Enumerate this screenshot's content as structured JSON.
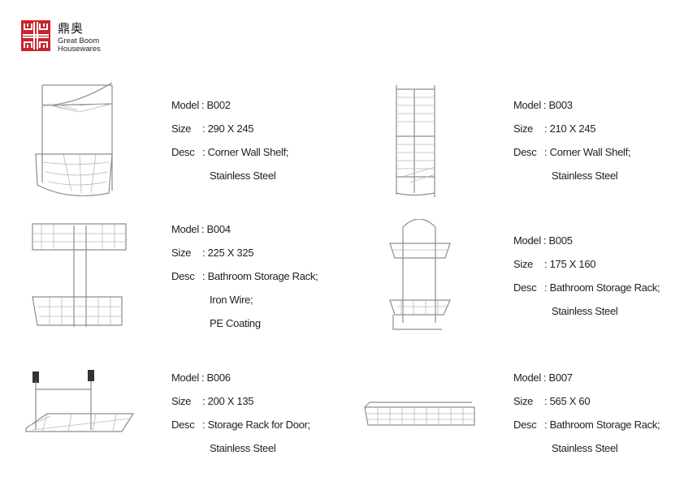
{
  "brand": {
    "name_cn": "鼎奥",
    "name_en_line1": "Great Boom",
    "name_en_line2": "Housewares",
    "logo_color": "#c8252c"
  },
  "labels": {
    "model": "Model",
    "size": "Size",
    "desc": "Desc"
  },
  "products": [
    {
      "model": "B002",
      "size": "290 X 245",
      "desc": [
        "Corner Wall Shelf;",
        "Stainless Steel"
      ]
    },
    {
      "model": "B003",
      "size": "210 X 245",
      "desc": [
        "Corner Wall Shelf;",
        "Stainless Steel"
      ]
    },
    {
      "model": "B004",
      "size": "225 X 325",
      "desc": [
        "Bathroom Storage Rack;",
        "Iron Wire;",
        "PE Coating"
      ]
    },
    {
      "model": "B005",
      "size": "175 X 160",
      "desc": [
        "Bathroom Storage Rack;",
        "Stainless Steel"
      ]
    },
    {
      "model": "B006",
      "size": "200 X 135",
      "desc": [
        "Storage Rack for Door;",
        "Stainless Steel"
      ]
    },
    {
      "model": "B007",
      "size": "565 X 60",
      "desc": [
        "Bathroom Storage Rack;",
        "Stainless Steel"
      ]
    }
  ]
}
